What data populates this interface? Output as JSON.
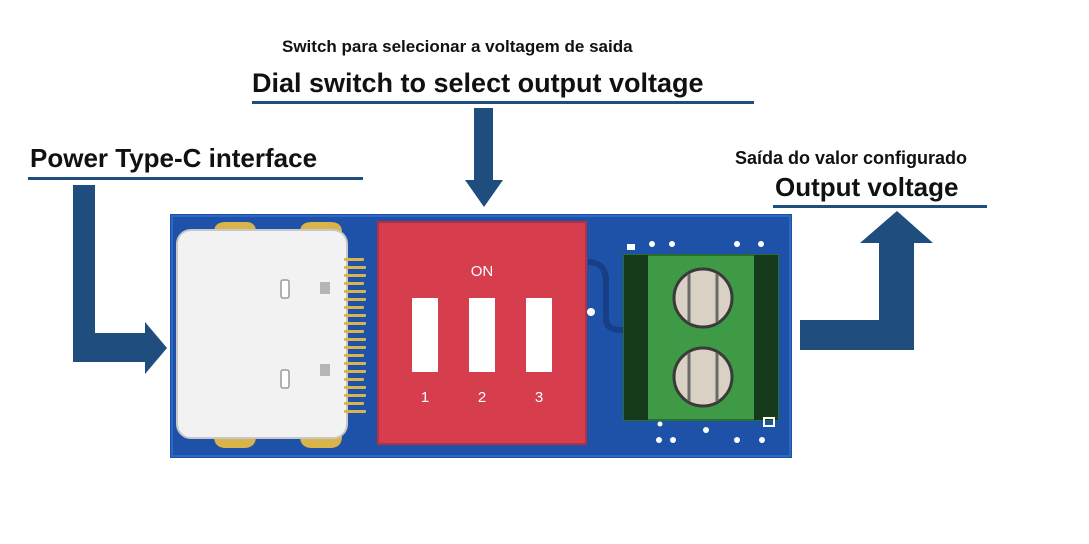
{
  "labels": {
    "switch_pt": "Switch para selecionar a voltagem de saida",
    "switch_en": "Dial switch to select output voltage",
    "power_en": "Power Type-C interface",
    "output_pt": "Saída do valor configurado",
    "output_en": "Output voltage"
  },
  "dip_switch": {
    "on_label": "ON",
    "positions": [
      "1",
      "2",
      "3"
    ]
  },
  "colors": {
    "board": "#1e52a8",
    "arrow": "#1e4d7e",
    "dip_body": "#d63d4d",
    "terminal": "#3e9a45",
    "gold": "#d9b44a"
  }
}
